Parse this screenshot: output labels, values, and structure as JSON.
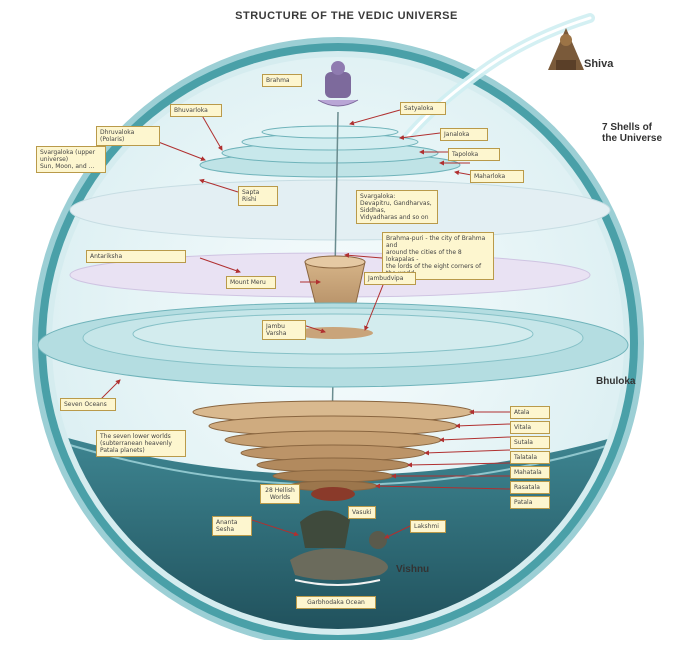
{
  "title": "STRUCTURE OF THE VEDIC UNIVERSE",
  "labels": {
    "shiva": "Shiva",
    "shells": "7 Shells of\nthe Universe",
    "bhuloka": "Bhuloka",
    "vishnu": "Vishnu",
    "brahma": "Brahma",
    "satyaloka": "Satyaloka",
    "janaloka": "Janaloka",
    "tapoloka": "Tapoloka",
    "maharloka": "Maharloka",
    "bhuvarloka": "Bhuvarloka",
    "dhruvaloka": "Dhruvaloka (Polaris)",
    "planets": "Svargaloka (upper universe)\nSun, Moon, and ...",
    "saptarishi": "Sapta Rishi",
    "svargaloka": "Svargaloka:\nDevapitru, Gandharvas, Siddhas,\nVidyadharas and so on",
    "brahmapuri": "Brahma-puri - the city of Brahma and\naround the cities of the 8 lokapalas -\nthe lords of the eight corners of the world",
    "antariksha": "Antariksha",
    "meru": "Mount Meru",
    "ganga": "Jambudvipa",
    "jambu": "Jambu Varsha",
    "ocean": "Seven Oceans",
    "lower": "The seven lower worlds\n(subterranean heavenly\nPatala planets)",
    "hell": "28 Hellish\nWorlds",
    "sesha": "Ananta Sesha",
    "serpent": "Vasuki",
    "lakshmi": "Lakshmi",
    "karana": "Garbhodaka Ocean"
  },
  "lower_worlds": [
    "Atala",
    "Vitala",
    "Sutala",
    "Talatala",
    "Mahatala",
    "Rasatala",
    "Patala"
  ],
  "colors": {
    "shell": "#4aa0a8",
    "shell_light": "#cde7ea",
    "inner": "#eaf6f8",
    "lower_ocean": "#2f6f7c",
    "disc": "#a9d8dd",
    "cone": "#c9a47a",
    "label_bg": "#fdf6cf",
    "label_border": "#b99a4a",
    "arrow": "#b03030"
  }
}
